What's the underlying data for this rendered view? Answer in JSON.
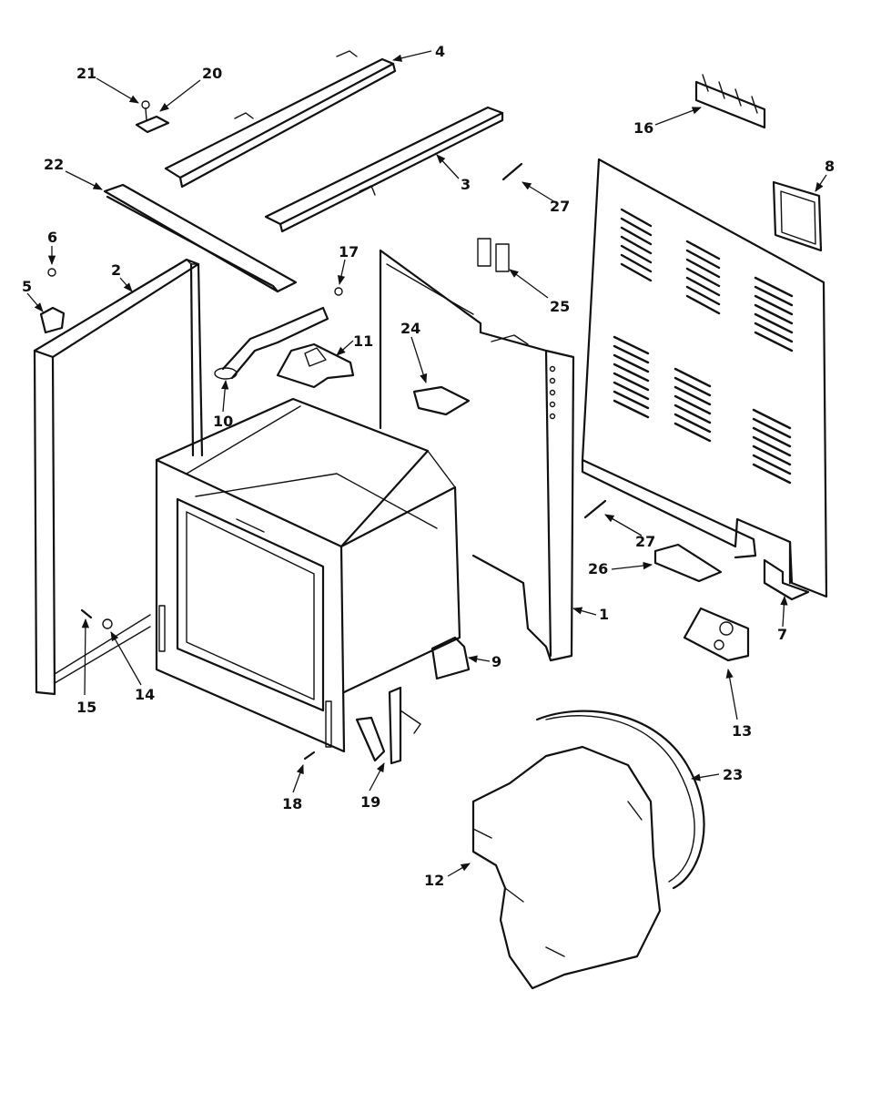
{
  "diagram": {
    "callouts": [
      "1",
      "2",
      "3",
      "4",
      "5",
      "6",
      "7",
      "8",
      "9",
      "10",
      "11",
      "12",
      "13",
      "14",
      "15",
      "16",
      "17",
      "18",
      "19",
      "20",
      "21",
      "22",
      "23",
      "24",
      "25",
      "26",
      "27"
    ],
    "callout_27_second": "27",
    "colors": {
      "ink": "#111111",
      "background": "#ffffff"
    }
  }
}
